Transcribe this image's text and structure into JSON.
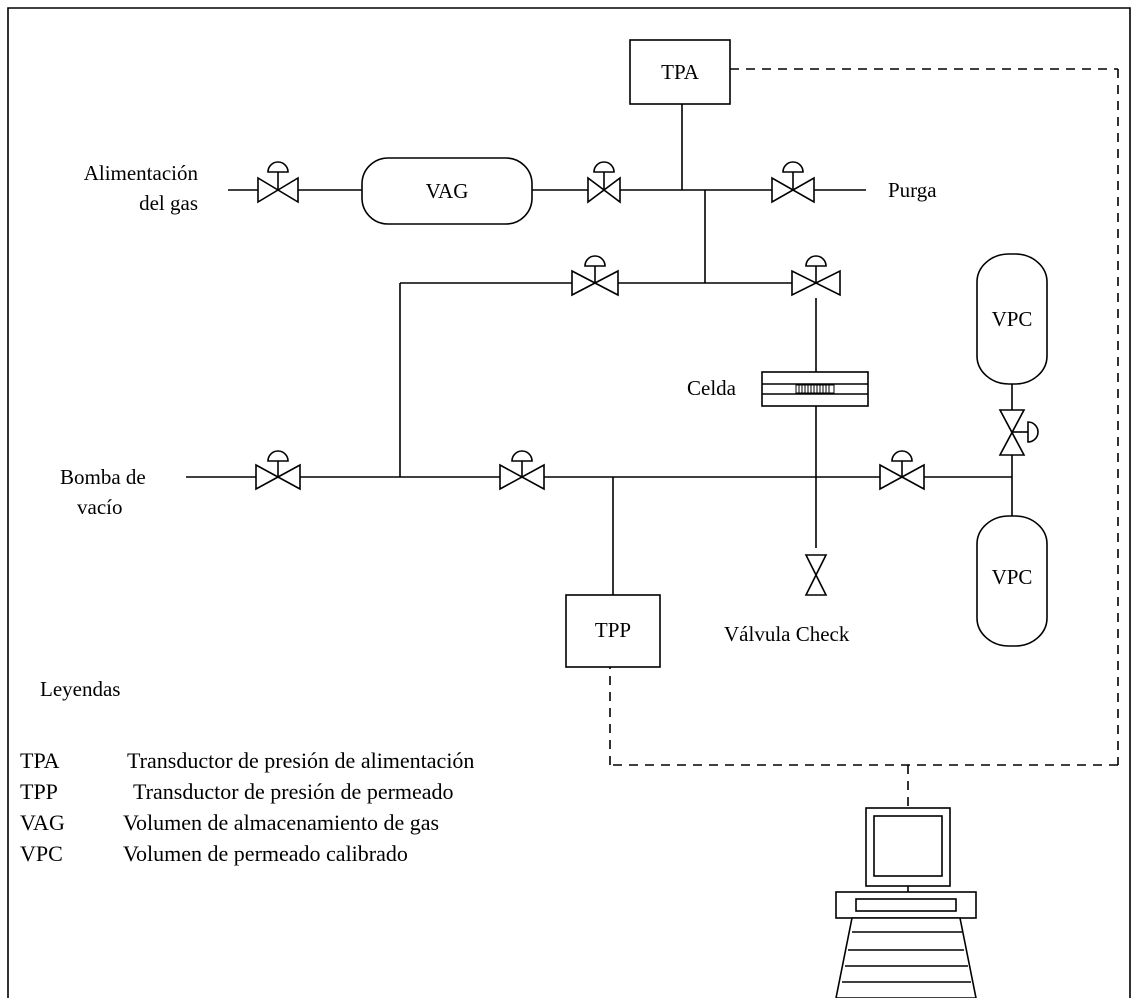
{
  "labels": {
    "tpa": "TPA",
    "tpp": "TPP",
    "vag": "VAG",
    "vpc_top": "VPC",
    "vpc_bottom": "VPC",
    "feed_line1": "Alimentación",
    "feed_line2": "del gas",
    "purge": "Purga",
    "cell": "Celda",
    "pump_line1": "Bomba de",
    "pump_line2": "vacío",
    "check_valve": "Válvula Check"
  },
  "legend": {
    "title": "Leyendas",
    "items": [
      {
        "abbr": "TPA",
        "text": "Transductor de presión de alimentación"
      },
      {
        "abbr": "TPP",
        "text": "Transductor de presión de permeado"
      },
      {
        "abbr": "VAG",
        "text": "Volumen de almacenamiento de gas"
      },
      {
        "abbr": "VPC",
        "text": "Volumen de permeado calibrado"
      }
    ]
  }
}
